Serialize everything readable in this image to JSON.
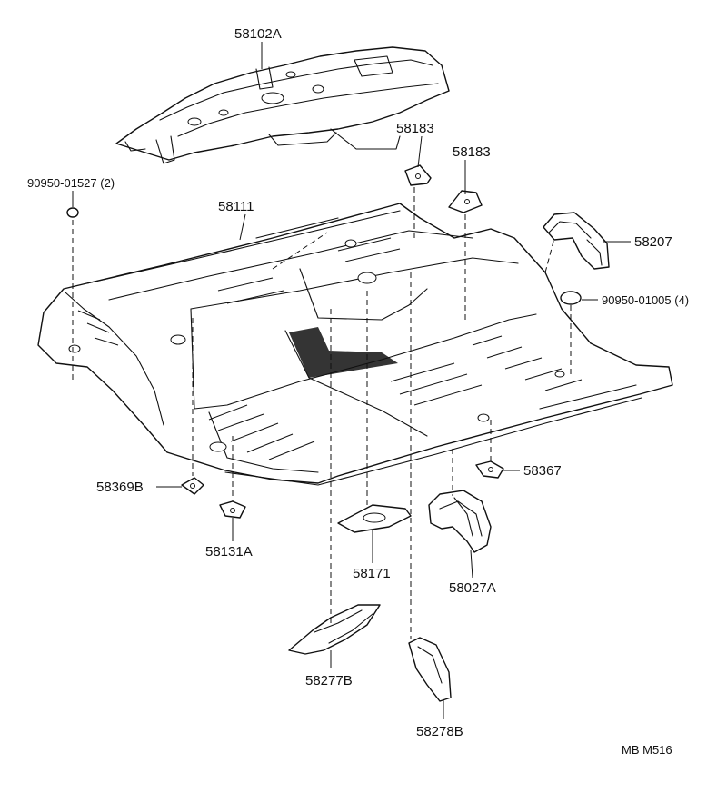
{
  "labels": {
    "p58102A": "58102A",
    "p58183a": "58183",
    "p58183b": "58183",
    "p90950_01527": "90950-01527 (2)",
    "p58111": "58111",
    "p58207": "58207",
    "p90950_01005": "90950-01005 (4)",
    "p58369B": "58369B",
    "p58367": "58367",
    "p58131A": "58131A",
    "p58171": "58171",
    "p58027A": "58027A",
    "p58277B": "58277B",
    "p58278B": "58278B"
  },
  "footer": {
    "code": "MB  M516"
  }
}
